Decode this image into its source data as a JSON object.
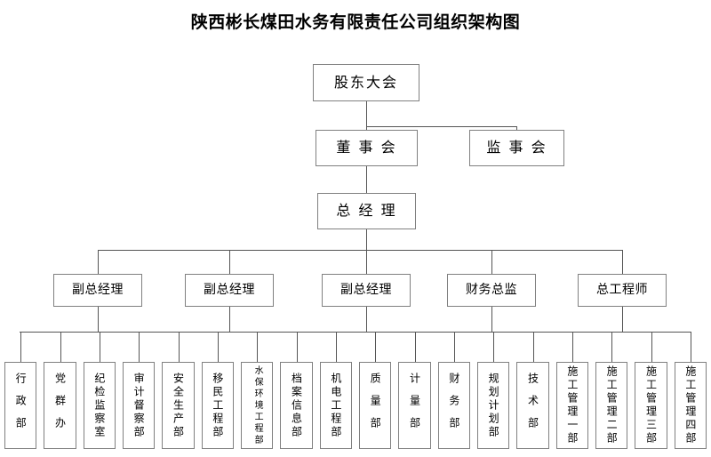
{
  "page": {
    "title": "陕西彬长煤田水务有限责任公司组织架构图",
    "line_color": "#555555",
    "box_border_color": "#808080",
    "background": "#ffffff"
  },
  "chart_data": {
    "type": "diagram",
    "diagram_kind": "organizational-chart",
    "title": "陕西彬长煤田水务有限责任公司组织架构图",
    "levels": [
      {
        "level": 1,
        "nodes": [
          {
            "id": "shareholders",
            "label": "股东大会"
          }
        ]
      },
      {
        "level": 2,
        "nodes": [
          {
            "id": "board",
            "label": "董 事 会",
            "parent": "shareholders"
          },
          {
            "id": "supervisors",
            "label": "监 事 会",
            "parent": "shareholders"
          }
        ]
      },
      {
        "level": 3,
        "nodes": [
          {
            "id": "gm",
            "label": "总 经 理",
            "parent": "board"
          }
        ]
      },
      {
        "level": 4,
        "nodes": [
          {
            "id": "dgm1",
            "label": "副总经理",
            "parent": "gm"
          },
          {
            "id": "dgm2",
            "label": "副总经理",
            "parent": "gm"
          },
          {
            "id": "dgm3",
            "label": "副总经理",
            "parent": "gm"
          },
          {
            "id": "cfo",
            "label": "财务总监",
            "parent": "gm"
          },
          {
            "id": "chief_engineer",
            "label": "总工程师",
            "parent": "gm"
          }
        ]
      },
      {
        "level": 5,
        "nodes": [
          {
            "id": "d01",
            "label": "行政部"
          },
          {
            "id": "d02",
            "label": "党群办"
          },
          {
            "id": "d03",
            "label": "纪检监察室"
          },
          {
            "id": "d04",
            "label": "审计督察部"
          },
          {
            "id": "d05",
            "label": "安全生产部"
          },
          {
            "id": "d06",
            "label": "移民工程部"
          },
          {
            "id": "d07",
            "label": "水保环境工程部"
          },
          {
            "id": "d08",
            "label": "档案信息部"
          },
          {
            "id": "d09",
            "label": "机电工程部"
          },
          {
            "id": "d10",
            "label": "质量部"
          },
          {
            "id": "d11",
            "label": "计量部"
          },
          {
            "id": "d12",
            "label": "财务部"
          },
          {
            "id": "d13",
            "label": "规划计划部"
          },
          {
            "id": "d14",
            "label": "技术部"
          },
          {
            "id": "d15",
            "label": "施工管理一部"
          },
          {
            "id": "d16",
            "label": "施工管理二部"
          },
          {
            "id": "d17",
            "label": "施工管理三部"
          },
          {
            "id": "d18",
            "label": "施工管理四部"
          }
        ]
      }
    ]
  },
  "nodes": {
    "shareholders": {
      "label": "股东大会"
    },
    "board": {
      "label": "董 事 会"
    },
    "supervisors": {
      "label": "监 事 会"
    },
    "general_manager": {
      "label": "总 经 理"
    },
    "deputy_gm_1": {
      "label": "副总经理"
    },
    "deputy_gm_2": {
      "label": "副总经理"
    },
    "deputy_gm_3": {
      "label": "副总经理"
    },
    "cfo": {
      "label": "财务总监"
    },
    "chief_engineer": {
      "label": "总工程师"
    }
  },
  "departments": [
    {
      "label": "行政部"
    },
    {
      "label": "党群办"
    },
    {
      "label": "纪检监察室"
    },
    {
      "label": "审计督察部"
    },
    {
      "label": "安全生产部"
    },
    {
      "label": "移民工程部"
    },
    {
      "label": "水保环境工程部"
    },
    {
      "label": "档案信息部"
    },
    {
      "label": "机电工程部"
    },
    {
      "label": "质量部"
    },
    {
      "label": "计量部"
    },
    {
      "label": "财务部"
    },
    {
      "label": "规划计划部"
    },
    {
      "label": "技术部"
    },
    {
      "label": "施工管理一部"
    },
    {
      "label": "施工管理二部"
    },
    {
      "label": "施工管理三部"
    },
    {
      "label": "施工管理四部"
    }
  ]
}
